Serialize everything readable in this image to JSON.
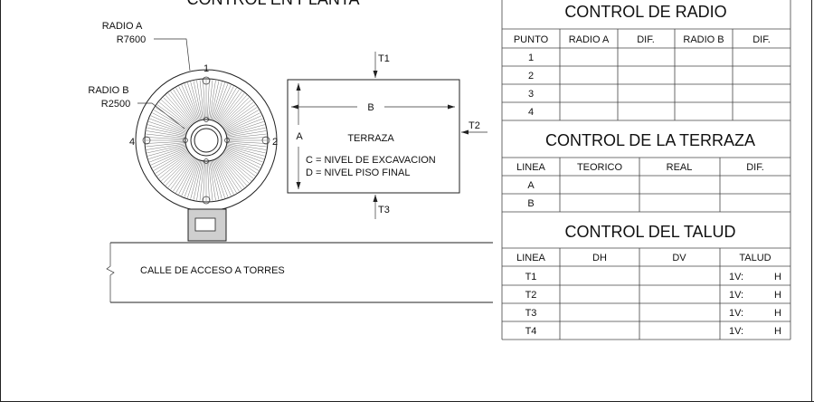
{
  "plan": {
    "title": "CONTROL  EN PLANTA",
    "radio_a_label": "RADIO A",
    "radio_a_value": "R7600",
    "radio_b_label": "RADIO B",
    "radio_b_value": "R2500",
    "points": [
      "1",
      "2",
      "3",
      "4"
    ],
    "terrace": {
      "label_a": "A",
      "label_b": "B",
      "name": "TERRAZA",
      "note_c": "C = NIVEL DE EXCAVACION",
      "note_d": "D = NIVEL PISO FINAL",
      "t1": "T1",
      "t2": "T2",
      "t3": "T3"
    },
    "road": "CALLE DE ACCESO A TORRES"
  },
  "radio_table": {
    "title": "CONTROL DE RADIO",
    "headers": [
      "PUNTO",
      "RADIO A",
      "DIF.",
      "RADIO B",
      "DIF."
    ],
    "rows": [
      "1",
      "2",
      "3",
      "4"
    ]
  },
  "terrace_table": {
    "title": "CONTROL DE LA TERRAZA",
    "headers": [
      "LINEA",
      "TEORICO",
      "REAL",
      "DIF."
    ],
    "rows": [
      "A",
      "B"
    ]
  },
  "talud_table": {
    "title": "CONTROL DEL TALUD",
    "headers": [
      "LINEA",
      "DH",
      "DV",
      "TALUD"
    ],
    "rows": [
      "T1",
      "T2",
      "T3",
      "T4"
    ],
    "ratio_v": "1V:",
    "ratio_h": "H"
  }
}
